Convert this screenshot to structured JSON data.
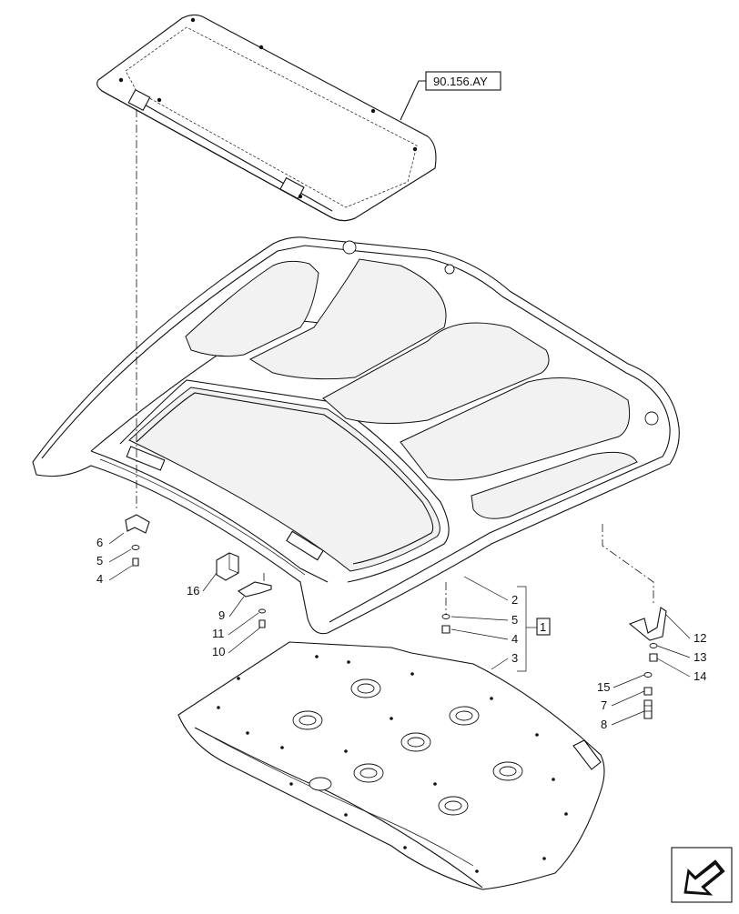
{
  "reference_label": "90.156.AY",
  "callouts": {
    "c1": "1",
    "c2": "2",
    "c3": "3",
    "c4": "4",
    "c5": "5",
    "c6": "6",
    "c7": "7",
    "c8": "8",
    "c9": "9",
    "c10": "10",
    "c11": "11",
    "c12": "12",
    "c13": "13",
    "c14": "14",
    "c15": "15",
    "c16": "16",
    "c4b": "4",
    "c5b": "5"
  },
  "nav_icon": "arrow-down-left-icon"
}
